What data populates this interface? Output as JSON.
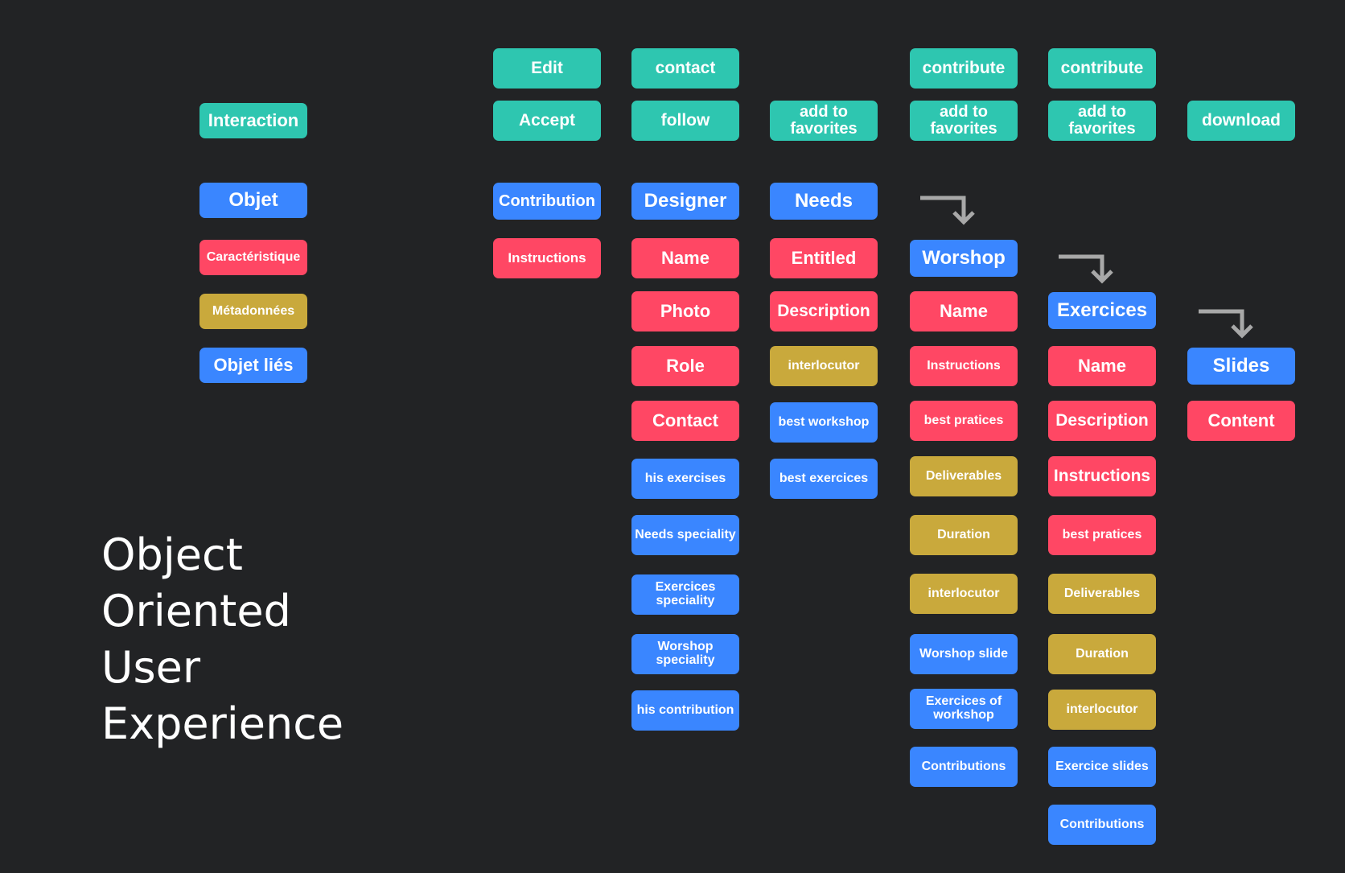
{
  "title": "Object\nOriented\nUser\nExperience",
  "colors": {
    "background": "#222325",
    "interaction": "#2ec6b0",
    "object": "#3a86ff",
    "attribute": "#ff4764",
    "metadata": "#c9a93c",
    "related": "#3a86ff",
    "arrow": "#a8a8a8"
  },
  "legend": [
    {
      "label": "Interaction",
      "kind": "interaction"
    },
    {
      "label": "Objet",
      "kind": "object"
    },
    {
      "label": "Caractéristique",
      "kind": "attribute"
    },
    {
      "label": "Métadonnées",
      "kind": "metadata"
    },
    {
      "label": "Objet liés",
      "kind": "related"
    }
  ],
  "columns": [
    {
      "object": "Contribution",
      "interactions": [
        "Edit",
        "Accept"
      ],
      "items": [
        {
          "label": "Instructions",
          "kind": "attribute"
        }
      ]
    },
    {
      "object": "Designer",
      "interactions": [
        "contact",
        "follow"
      ],
      "items": [
        {
          "label": "Name",
          "kind": "attribute"
        },
        {
          "label": "Photo",
          "kind": "attribute"
        },
        {
          "label": "Role",
          "kind": "attribute"
        },
        {
          "label": "Contact",
          "kind": "attribute"
        },
        {
          "label": "his exercises",
          "kind": "related"
        },
        {
          "label": "Needs speciality",
          "kind": "related"
        },
        {
          "label": "Exercices\nspeciality",
          "kind": "related"
        },
        {
          "label": "Worshop\nspeciality",
          "kind": "related"
        },
        {
          "label": "his contribution",
          "kind": "related"
        }
      ]
    },
    {
      "object": "Needs",
      "interactions": [
        "add to\nfavorites"
      ],
      "items": [
        {
          "label": "Entitled",
          "kind": "attribute"
        },
        {
          "label": "Description",
          "kind": "attribute"
        },
        {
          "label": "interlocutor",
          "kind": "metadata"
        },
        {
          "label": "best workshop",
          "kind": "related"
        },
        {
          "label": "best exercices",
          "kind": "related"
        }
      ]
    },
    {
      "object": "Worshop",
      "interactions": [
        "contribute",
        "add to\nfavorites"
      ],
      "items": [
        {
          "label": "Name",
          "kind": "attribute"
        },
        {
          "label": "Instructions",
          "kind": "attribute"
        },
        {
          "label": "best pratices",
          "kind": "attribute"
        },
        {
          "label": "Deliverables",
          "kind": "metadata"
        },
        {
          "label": "Duration",
          "kind": "metadata"
        },
        {
          "label": "interlocutor",
          "kind": "metadata"
        },
        {
          "label": "Worshop slide",
          "kind": "related"
        },
        {
          "label": "Exercices of\nworkshop",
          "kind": "related"
        },
        {
          "label": "Contributions",
          "kind": "related"
        }
      ]
    },
    {
      "object": "Exercices",
      "interactions": [
        "contribute",
        "add to\nfavorites"
      ],
      "items": [
        {
          "label": "Name",
          "kind": "attribute"
        },
        {
          "label": "Description",
          "kind": "attribute"
        },
        {
          "label": "Instructions",
          "kind": "attribute"
        },
        {
          "label": "best pratices",
          "kind": "attribute"
        },
        {
          "label": "Deliverables",
          "kind": "metadata"
        },
        {
          "label": "Duration",
          "kind": "metadata"
        },
        {
          "label": "interlocutor",
          "kind": "metadata"
        },
        {
          "label": "Exercice slides",
          "kind": "related"
        },
        {
          "label": "Contributions",
          "kind": "related"
        }
      ]
    },
    {
      "object": "Slides",
      "interactions": [
        "download"
      ],
      "items": [
        {
          "label": "Content",
          "kind": "attribute"
        }
      ]
    }
  ]
}
